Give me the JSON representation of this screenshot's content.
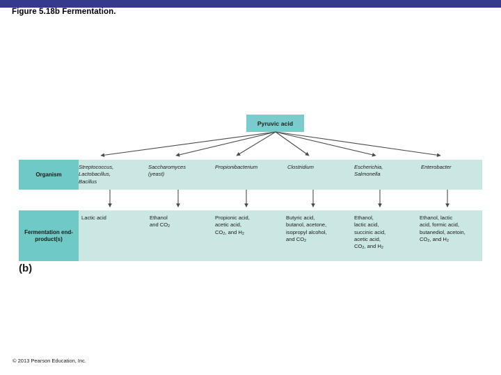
{
  "slide": {
    "title": "Figure 5.18b Fermentation.",
    "copyright": "© 2013 Pearson Education, Inc.",
    "accent_bar_color": "#353a8c"
  },
  "figure": {
    "panel_letter": "(b)",
    "source_node": {
      "label": "Pyruvic acid",
      "fill_color": "#79cccb"
    },
    "colors": {
      "band_fill": "#cbe7e4",
      "row_label_fill": "#6fcac6",
      "arrow_color": "#4a4a4a"
    },
    "rows": [
      {
        "label": "Organism",
        "cells": [
          "Streptococcus,\nLactobacillus,\nBacillus",
          "Saccharomyces\n(yeast)",
          "Propionibacterium",
          "Clostridium",
          "Escherichia,\nSalmonella",
          "Enterobacter"
        ]
      },
      {
        "label": "Fermentation\nend-product(s)",
        "cells": [
          "Lactic acid",
          "Ethanol\nand CO2",
          "Propionic acid,\nacetic acid,\nCO2, and H2",
          "Butyric acid,\nbutanol, acetone,\nisopropyl alcohol,\nand CO2",
          "Ethanol,\nlactic acid,\nsuccinic acid,\nacetic acid,\nCO2, and H2",
          "Ethanol, lactic\nacid, formic acid,\nbutanediol, acetoin,\nCO2, and H2"
        ]
      }
    ]
  }
}
